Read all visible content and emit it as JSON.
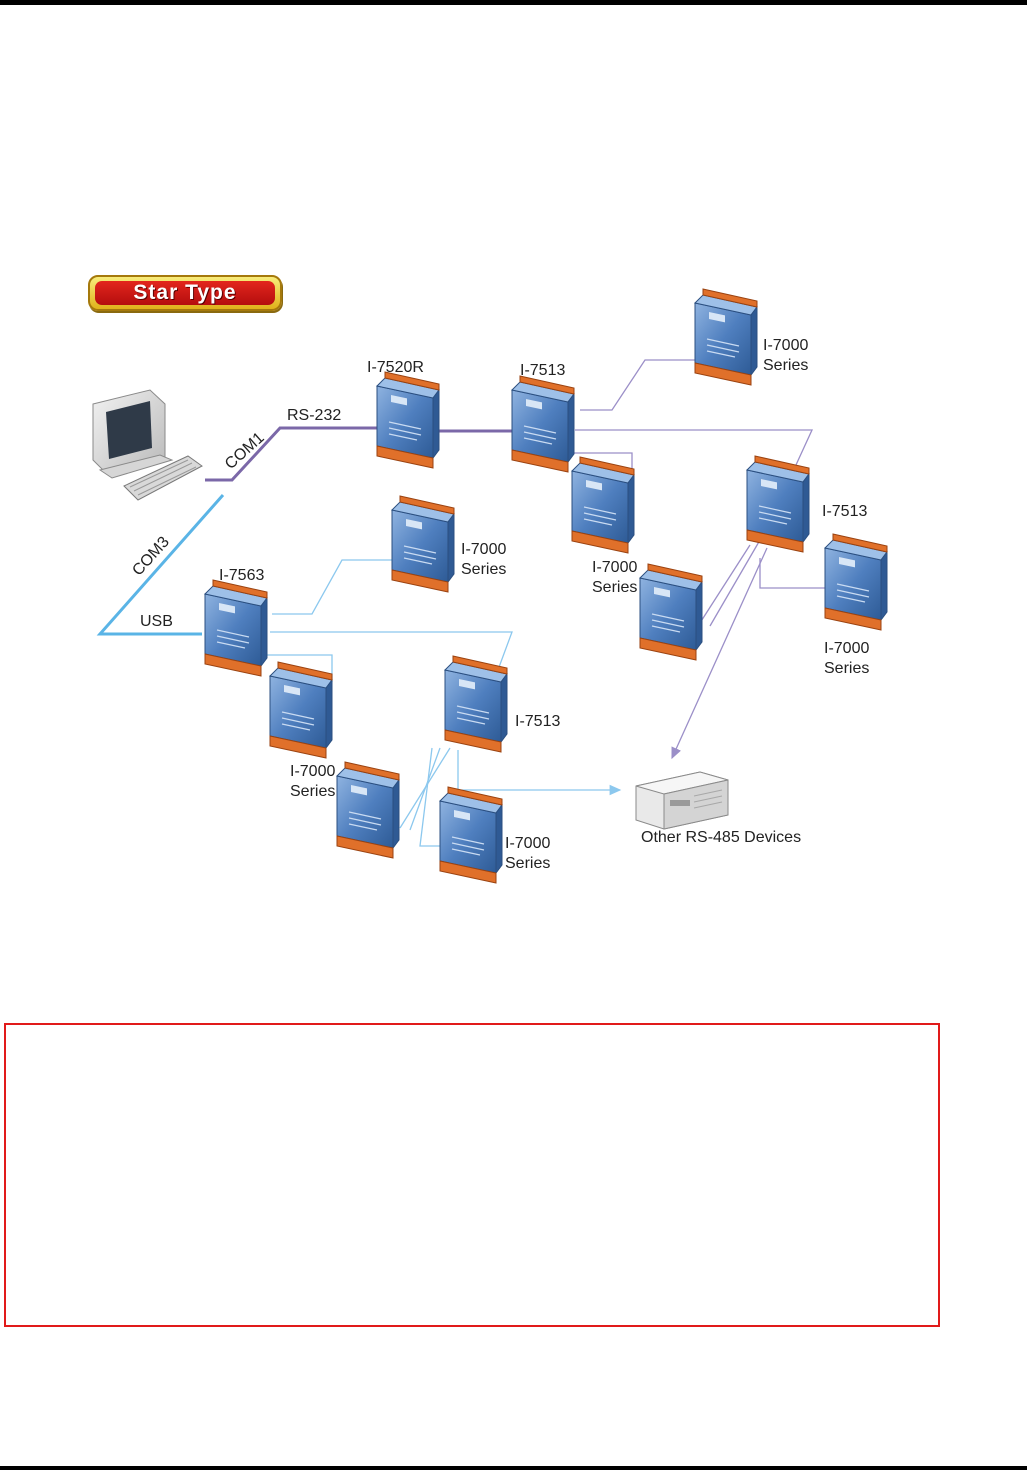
{
  "badge": {
    "text": "Star Type"
  },
  "labels": {
    "i7520r": "I-7520R",
    "i7513_a": "I-7513",
    "i7513_b": "I-7513",
    "i7513_c": "I-7513",
    "i7563": "I-7563",
    "rs232": "RS-232",
    "com1": "COM1",
    "com3": "COM3",
    "usb": "USB",
    "other_devices": "Other RS-485 Devices",
    "series_1": {
      "top": "I-7000",
      "bottom": "Series"
    },
    "series_2": {
      "top": "I-7000",
      "bottom": "Series"
    },
    "series_3": {
      "top": "I-7000",
      "bottom": "Series"
    },
    "series_4": {
      "top": "I-7000",
      "bottom": "Series"
    },
    "series_5": {
      "top": "I-7000",
      "bottom": "Series"
    },
    "series_6": {
      "top": "I-7000",
      "bottom": "Series"
    }
  },
  "colors": {
    "rs232_line": "#7b68a8",
    "usb_line": "#5ab4e6",
    "rs485_purple": "#9b8fc8",
    "rs485_blue": "#8cc8ee",
    "module_body": "#4f7fbf",
    "terminal": "#e0702a",
    "note_border": "#e11a1a"
  }
}
